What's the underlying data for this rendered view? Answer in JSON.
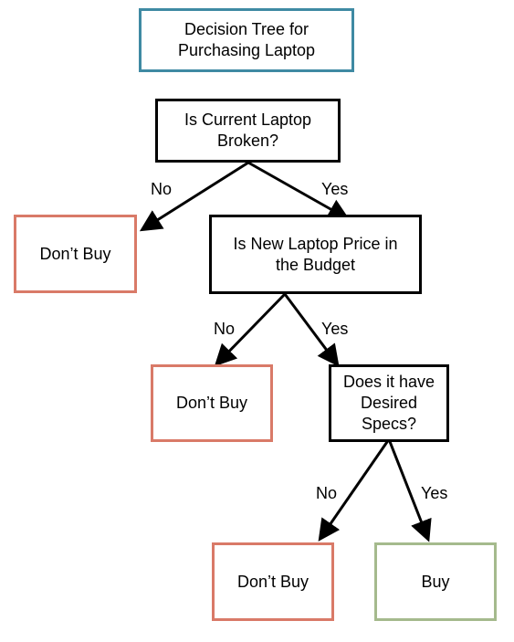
{
  "title": {
    "line1": "Decision Tree for",
    "line2": "Purchasing Laptop"
  },
  "colors": {
    "title_border": "#3f8aa3",
    "question_border": "#000000",
    "dont_buy_border": "#d97a68",
    "buy_border": "#a5ba8d",
    "arrow": "#000000"
  },
  "questions": {
    "q1": {
      "line1": "Is Current Laptop",
      "line2": "Broken?"
    },
    "q2": {
      "line1": "Is New Laptop Price in",
      "line2": "the Budget"
    },
    "q3": {
      "line1": "Does it have",
      "line2": "Desired",
      "line3": "Specs?"
    }
  },
  "outcomes": {
    "dont_buy_1": "Don’t Buy",
    "dont_buy_2": "Don’t Buy",
    "dont_buy_3": "Don’t Buy",
    "buy": "Buy"
  },
  "edges": {
    "q1_no": "No",
    "q1_yes": "Yes",
    "q2_no": "No",
    "q2_yes": "Yes",
    "q3_no": "No",
    "q3_yes": "Yes"
  }
}
